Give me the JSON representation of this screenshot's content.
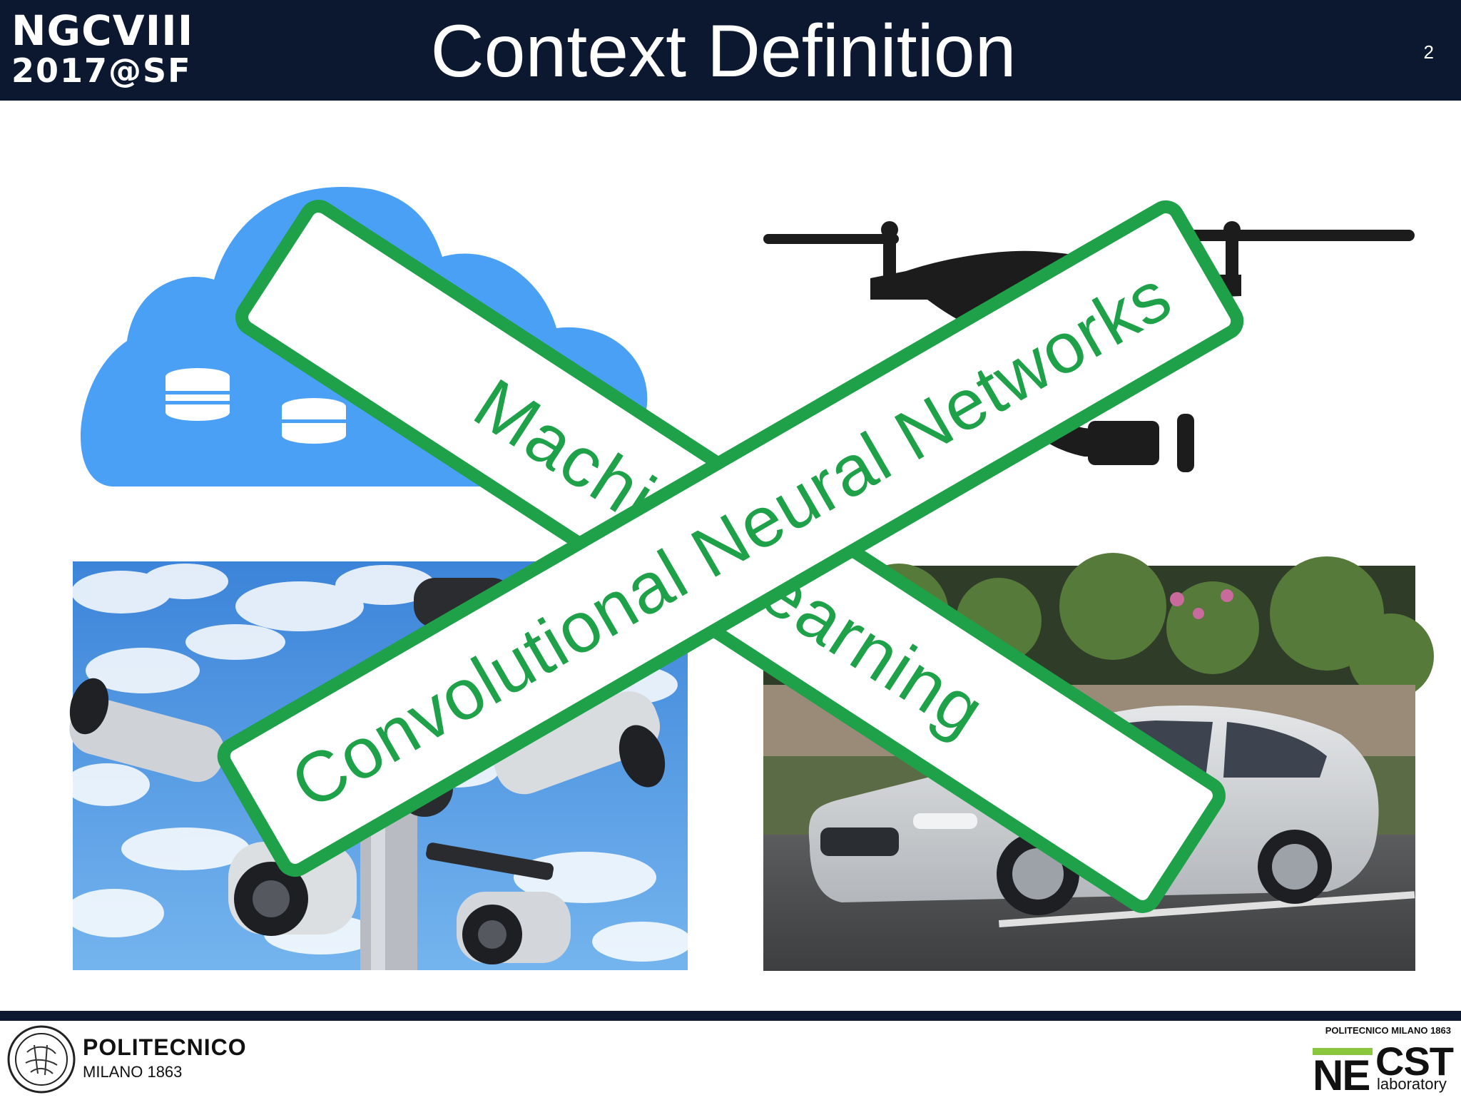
{
  "header": {
    "logo_line1": "NGCVIII",
    "logo_line2": "2017@SF",
    "title": "Context Definition",
    "page_number": "2"
  },
  "stamps": {
    "stamp1": "Machine Learning",
    "stamp2": "Convolutional Neural Networks"
  },
  "footer": {
    "polimi_name": "POLITECNICO",
    "polimi_sub": "MILANO 1863",
    "necst_top": "POLITECNICO MILANO 1863",
    "necst_ne": "NE",
    "necst_cst": "CST",
    "necst_lab": "laboratory"
  },
  "colors": {
    "header_bg": "#0c1730",
    "stamp_green": "#1fa14a",
    "cloud_blue": "#4aa0f4"
  }
}
